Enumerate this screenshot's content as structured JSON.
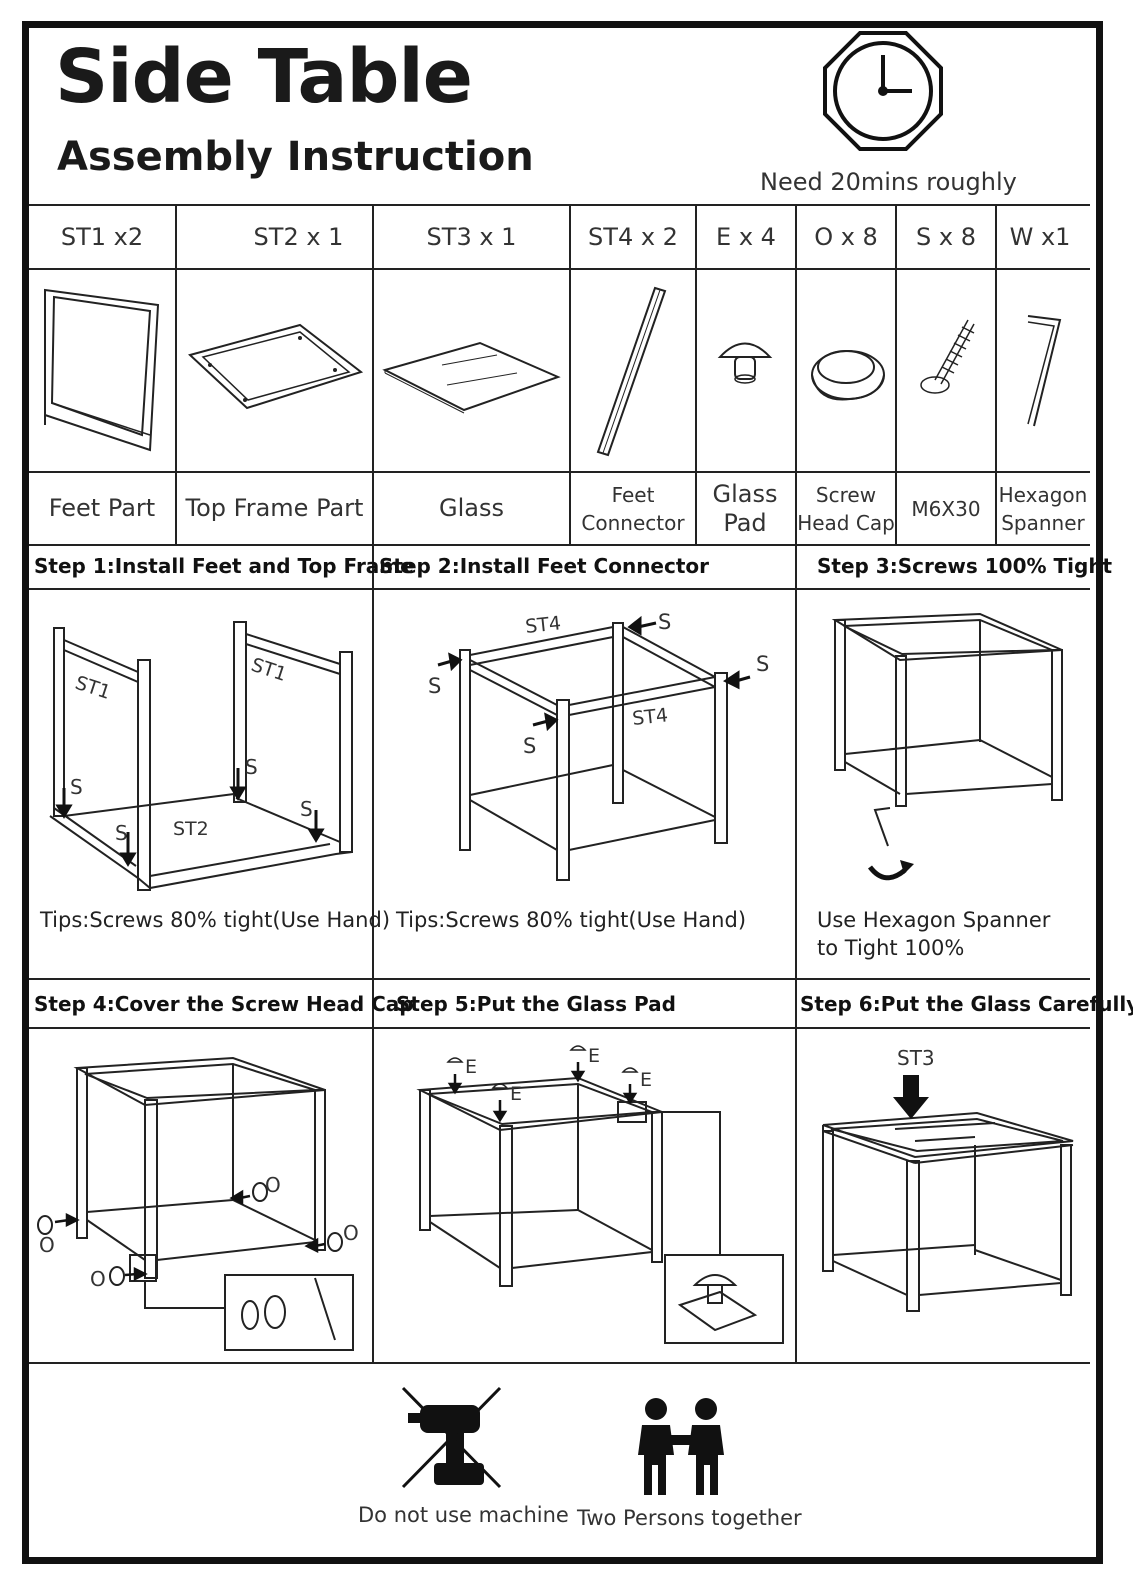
{
  "header": {
    "title": "Side Table",
    "subtitle": "Assembly Instruction",
    "time_note": "Need 20mins roughly",
    "clock_icon": "clock-icon"
  },
  "parts": [
    {
      "qty": "ST1 x2",
      "name": "Feet Part",
      "icon": "feet-part-icon"
    },
    {
      "qty": "ST2 x 1",
      "name": "Top Frame Part",
      "icon": "top-frame-icon"
    },
    {
      "qty": "ST3 x 1",
      "name": "Glass",
      "icon": "glass-icon"
    },
    {
      "qty": "ST4 x 2",
      "name": "Feet Connector",
      "icon": "feet-connector-icon"
    },
    {
      "qty": "E x 4",
      "name": "Glass Pad",
      "icon": "glass-pad-icon"
    },
    {
      "qty": "O x 8",
      "name": "Screw Head Cap",
      "icon": "screw-head-cap-icon"
    },
    {
      "qty": "S x 8",
      "name": "M6X30",
      "icon": "screw-icon"
    },
    {
      "qty": "W x1",
      "name": "Hexagon Spanner",
      "icon": "hex-spanner-icon"
    }
  ],
  "steps": [
    {
      "title": "Step 1:Install Feet and Top Frame",
      "tip": "Tips:Screws 80% tight(Use Hand)",
      "labels": {
        "st1_a": "ST1",
        "st1_b": "ST1",
        "st2": "ST2",
        "s": "S"
      }
    },
    {
      "title": "Step 2:Install Feet Connector",
      "tip": "Tips:Screws 80% tight(Use Hand)",
      "labels": {
        "st4_a": "ST4",
        "st4_b": "ST4",
        "s": "S"
      }
    },
    {
      "title": "Step 3:Screws 100% Tight",
      "tip": "Use Hexagon Spanner to Tight 100%"
    },
    {
      "title": "Step 4:Cover the Screw Head Cap",
      "labels": {
        "o": "O"
      }
    },
    {
      "title": "Step 5:Put the Glass Pad",
      "labels": {
        "e": "E"
      }
    },
    {
      "title": "Step 6:Put the Glass Carefully",
      "labels": {
        "st3": "ST3"
      }
    }
  ],
  "footer": {
    "no_machine": "Do not use machine",
    "two_persons": "Two Persons together"
  }
}
